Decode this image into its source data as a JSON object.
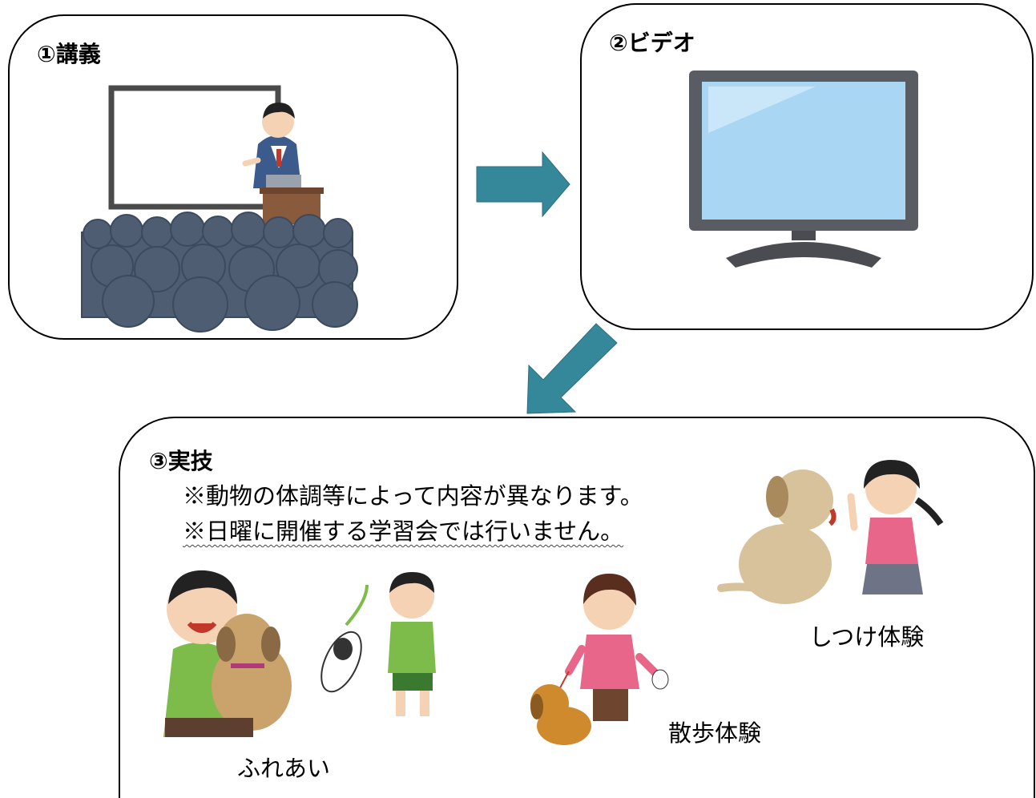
{
  "steps": [
    {
      "title": "①講義"
    },
    {
      "title": "②ビデオ"
    },
    {
      "title": "③実技"
    }
  ],
  "notes": {
    "line1": "※動物の体調等によって内容が異なります。",
    "line2": "※日曜に開催する学習会では行いません。"
  },
  "activities": {
    "fureai": "ふれあい",
    "sanpo": "散歩体験",
    "shitsuke": "しつけ体験"
  },
  "colors": {
    "arrow": "#35879a",
    "screen": "#a9d6f2",
    "tv_frame": "#5a5c63",
    "audience": "#4e5d72",
    "podium": "#8a5a3c"
  },
  "icons": [
    "lecture-illustration",
    "tv-monitor-illustration",
    "boy-hugging-dog-illustration",
    "boy-playing-with-cat-illustration",
    "girl-walking-dog-illustration",
    "girl-training-dog-illustration"
  ]
}
